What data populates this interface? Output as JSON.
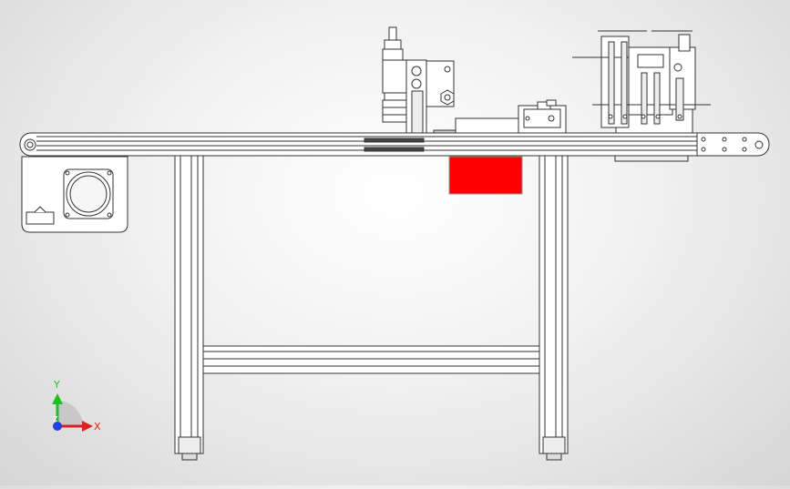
{
  "viewport": {
    "view_orientation": "front",
    "triad": {
      "x_label": "X",
      "y_label": "Y",
      "z_label": "Z",
      "x_color": "#e02020",
      "y_color": "#20c020",
      "z_color": "#2040e0"
    }
  },
  "model": {
    "part": "belt-conveyor-assembly",
    "highlight_color": "#ff0000",
    "line_color": "#333333",
    "fill_color": "#ffffff"
  }
}
